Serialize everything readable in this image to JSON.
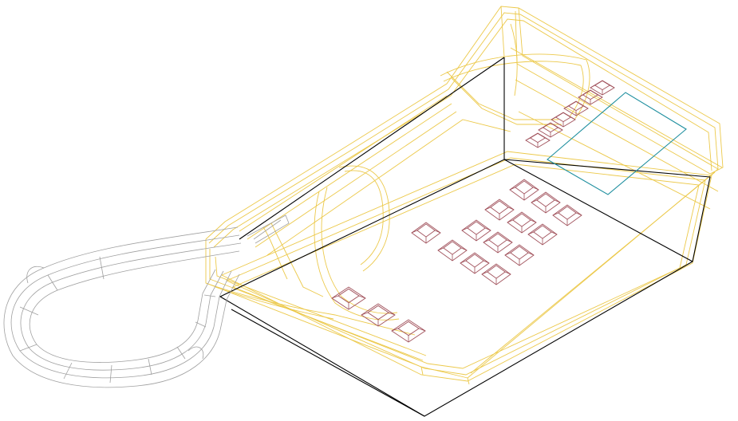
{
  "viewport": {
    "background": "#ffffff"
  },
  "colors": {
    "housing": "#ecc94b",
    "base_frame": "#000000",
    "cord": "#a0a0a0",
    "keys": "#a0505a",
    "display": "#1f8f9f"
  },
  "parts": {
    "housing": "telephone-housing-wireframe",
    "handset": "handset-wireframe",
    "cord": "coiled-cord-wireframe",
    "keypad": "keypad-buttons",
    "function_keys": "function-keys",
    "bottom_keys": "bottom-buttons",
    "display": "lcd-display",
    "base": "base-frame"
  }
}
